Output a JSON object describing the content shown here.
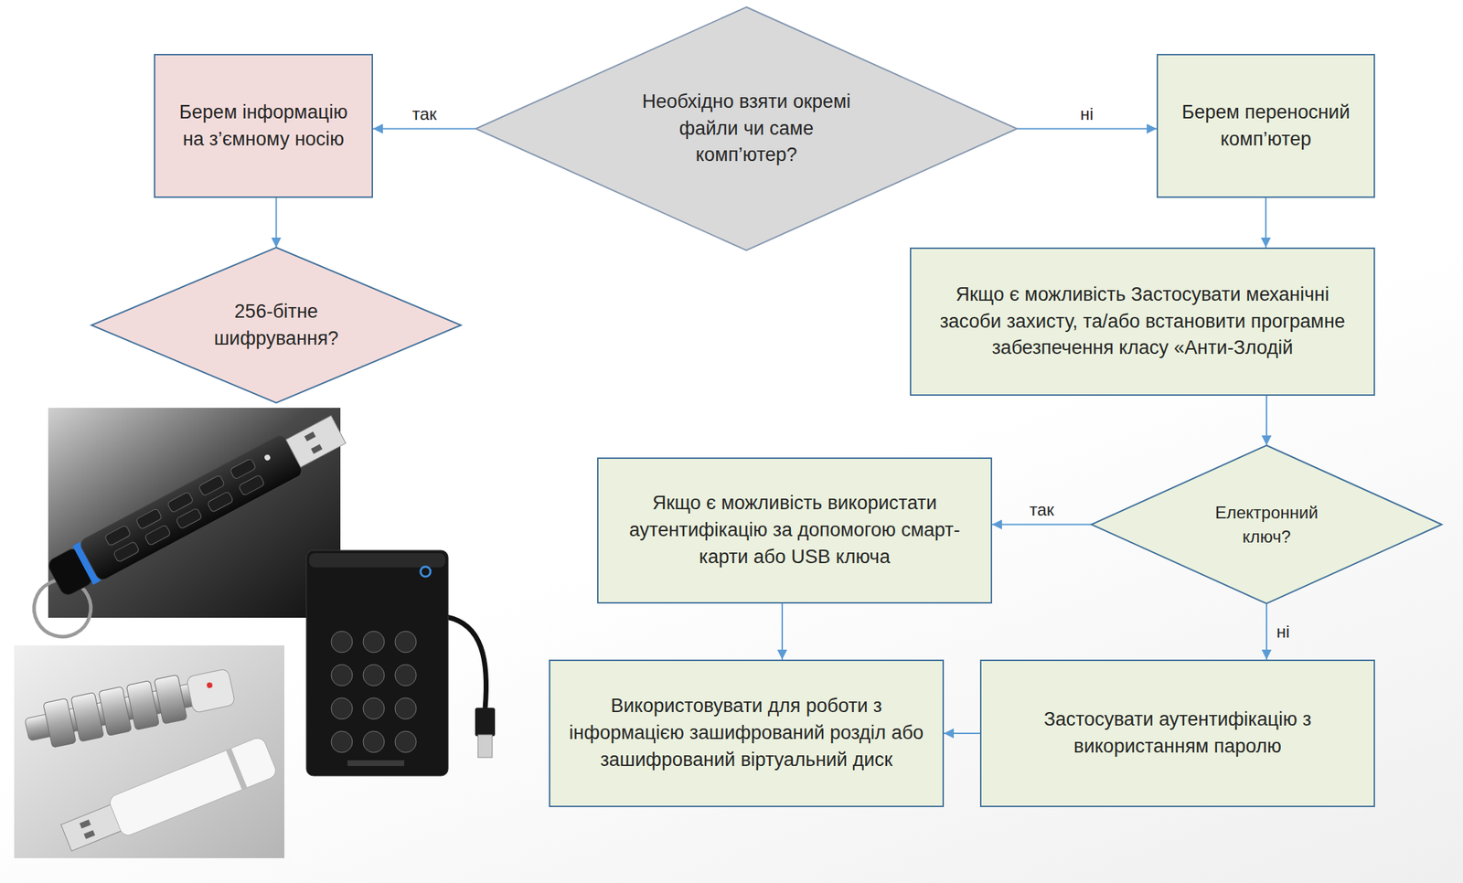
{
  "diagram": {
    "nodes": [
      {
        "text": [
          "Необхідно взяти окремі файли чи саме комп’ютер?"
        ]
      },
      {
        "text": [
          "Берем інформацію на з’ємному носію"
        ]
      },
      {
        "text": [
          "Берем переносний комп’ютер"
        ]
      },
      {
        "text": [
          "256-бітне шифрування?"
        ]
      },
      {
        "text": [
          "Якщо є можливість Застосувати механічні засоби захисту, та/або встановити програмне забезпечення класу «Анти-Злодій"
        ]
      },
      {
        "text": [
          "Електронний ключ?"
        ]
      },
      {
        "text": [
          "Якщо є можливість використати аутентифікацію за допомогою смарт-карти або USB ключа"
        ]
      },
      {
        "text": [
          "Використовувати для роботи з інформацією зашифрований розділ або зашифрований віртуальний диск"
        ]
      },
      {
        "text": [
          "Застосувати аутентифікацію з використанням паролю"
        ]
      }
    ],
    "edges": [
      {
        "from": 0,
        "to": 1,
        "arrow": "to",
        "label": "так"
      },
      {
        "from": 0,
        "to": 2,
        "arrow": "to",
        "label": "ні"
      },
      {
        "from": 1,
        "to": 3,
        "arrow": "to"
      },
      {
        "from": 2,
        "to": 4,
        "arrow": "to"
      },
      {
        "from": 4,
        "to": 5,
        "arrow": "to"
      },
      {
        "from": 5,
        "to": 6,
        "arrow": "to",
        "label": "так"
      },
      {
        "from": 5,
        "to": 8,
        "arrow": "to",
        "label": "ні"
      },
      {
        "from": 6,
        "to": 7,
        "arrow": "to"
      },
      {
        "from": 8,
        "to": 7,
        "arrow": "to"
      }
    ]
  }
}
